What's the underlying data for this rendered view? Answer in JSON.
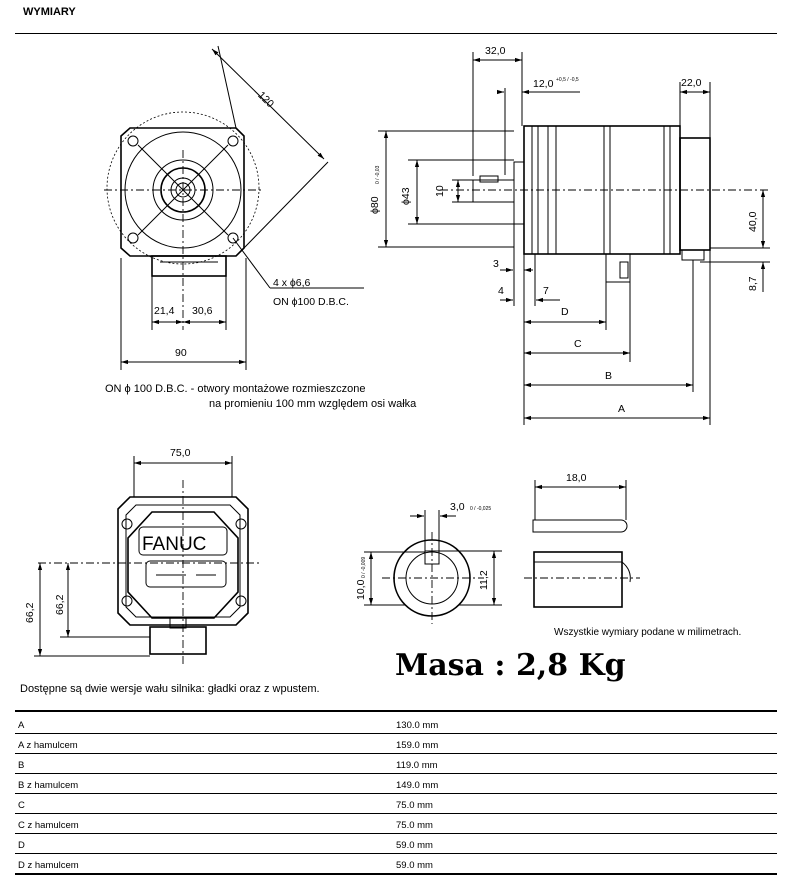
{
  "header": {
    "title": "WYMIARY"
  },
  "dims": {
    "d120": "120",
    "d90": "90",
    "d214": "21,4",
    "d306": "30,6",
    "holes": "4 x ϕ6,6",
    "bc": "ON ϕ100 D.B.C.",
    "d320": "32,0",
    "d120s": "12,0",
    "d120s_tol": "+0,5 / -0,5",
    "d220": "22,0",
    "d80": "ϕ80",
    "d80_tol": "0 / -0,03",
    "d43": "ϕ43",
    "d10": "10",
    "d3": "3",
    "d4": "4",
    "d7": "7",
    "d400": "40,0",
    "d87": "8,7",
    "lD": "D",
    "lC": "C",
    "lB": "B",
    "lA": "A",
    "d750": "75,0",
    "d662a": "66,2",
    "d662b": "66,2",
    "brand": "FANUC",
    "d30": "3,0",
    "d30_tol": "0 / -0,025",
    "d100": "10,0",
    "d100_tol": "0 / -0,009",
    "d112": "11,2",
    "d180": "18,0"
  },
  "notes": {
    "bc_line1": "ON ϕ 100 D.B.C. - otwory montażowe rozmieszczone",
    "bc_line2": "na promieniu 100 mm względem osi wałka",
    "units": "Wszystkie wymiary podane w milimetrach.",
    "shaft": "Dostępne są dwie wersje wału silnika: gładki oraz z wpustem.",
    "mass": "Masa : 2,8 Kg"
  },
  "table": {
    "rows": [
      {
        "label": "A",
        "value": "130.0 mm"
      },
      {
        "label": "A z hamulcem",
        "value": "159.0 mm"
      },
      {
        "label": "B",
        "value": "119.0 mm"
      },
      {
        "label": "B z hamulcem",
        "value": "149.0 mm"
      },
      {
        "label": "C",
        "value": "75.0 mm"
      },
      {
        "label": "C z hamulcem",
        "value": "75.0 mm"
      },
      {
        "label": "D",
        "value": "59.0 mm"
      },
      {
        "label": "D z hamulcem",
        "value": "59.0 mm"
      }
    ]
  }
}
